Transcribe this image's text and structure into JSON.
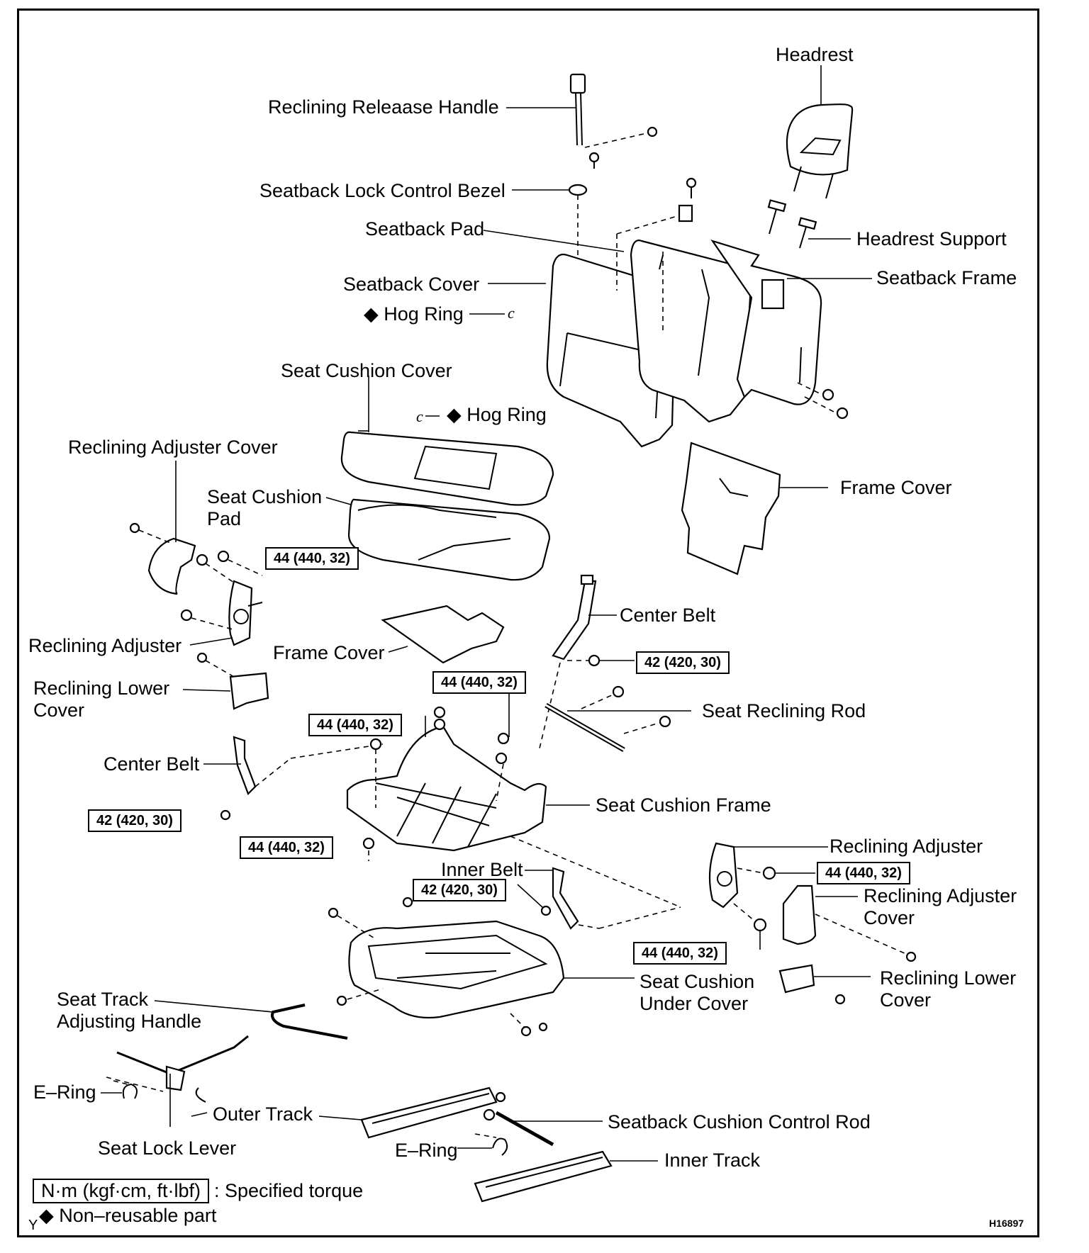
{
  "labels": {
    "headrest": "Headrest",
    "reclining_release_handle": "Reclining Releaase Handle",
    "seatback_lock_control_bezel": "Seatback Lock Control Bezel",
    "seatback_pad": "Seatback Pad",
    "headrest_support": "Headrest Support",
    "seatback_cover": "Seatback Cover",
    "seatback_frame": "Seatback Frame",
    "hog_ring_1": "◆ Hog Ring",
    "seat_cushion_cover": "Seat Cushion Cover",
    "hog_ring_2": "◆ Hog Ring",
    "reclining_adjuster_cover_l": "Reclining Adjuster Cover",
    "seat_cushion_pad": "Seat Cushion\nPad",
    "frame_cover_r": "Frame Cover",
    "center_belt_r": "Center Belt",
    "reclining_adjuster_l": "Reclining Adjuster",
    "frame_cover_c": "Frame Cover",
    "reclining_lower_cover_l": "Reclining Lower\nCover",
    "seat_reclining_rod": "Seat Reclining Rod",
    "center_belt_l": "Center Belt",
    "seat_cushion_frame": "Seat Cushion Frame",
    "reclining_adjuster_r": "Reclining Adjuster",
    "inner_belt": "Inner Belt",
    "reclining_adjuster_cover_r": "Reclining Adjuster\nCover",
    "seat_cushion_under_cover": "Seat Cushion\nUnder Cover",
    "reclining_lower_cover_r": "Reclining Lower\nCover",
    "seat_track_adjusting_handle": "Seat Track\nAdjusting Handle",
    "e_ring_l": "E–Ring",
    "outer_track": "Outer Track",
    "seatback_cushion_control_rod": "Seatback Cushion Control Rod",
    "seat_lock_lever": "Seat Lock Lever",
    "e_ring_c": "E–Ring",
    "inner_track": "Inner Track"
  },
  "torques": {
    "t1": "44 (440, 32)",
    "t2": "42 (420, 30)",
    "t3": "44 (440, 32)",
    "t4": "44 (440, 32)",
    "t5": "42 (420, 30)",
    "t6": "44 (440, 32)",
    "t7": "44 (440, 32)",
    "t8": "42 (420, 30)",
    "t9": "44 (440, 32)"
  },
  "legend": {
    "torque_box": "N·m (kgf·cm, ft·lbf)",
    "torque_text": ": Specified torque",
    "nonreusable": "◆ Non–reusable part",
    "corner_mark": "Y"
  },
  "figure_code": "H16897"
}
